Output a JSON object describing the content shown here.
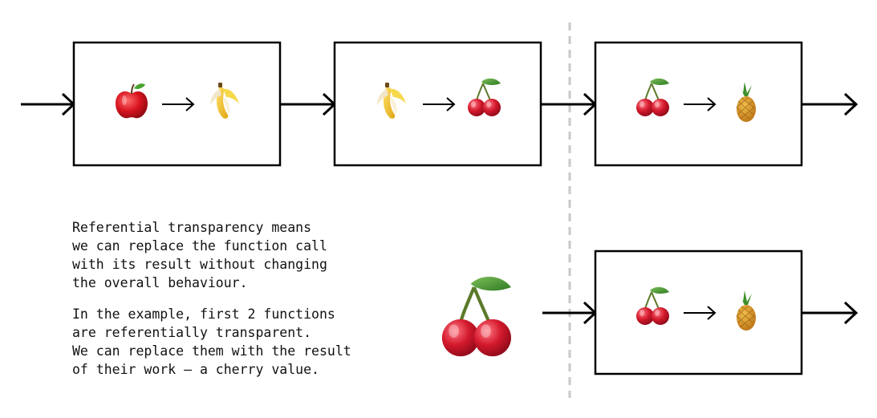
{
  "pipeline_top": {
    "boxes": [
      {
        "input": "apple",
        "output": "banana"
      },
      {
        "input": "banana",
        "output": "cherry"
      },
      {
        "input": "cherry",
        "output": "pineapple"
      }
    ]
  },
  "pipeline_bottom": {
    "value": "cherry",
    "boxes": [
      {
        "input": "cherry",
        "output": "pineapple"
      }
    ]
  },
  "caption": {
    "paragraph1": "Referential transparency means\nwe can replace the function call\nwith its result without changing\nthe overall behaviour.",
    "paragraph2": "In the example, first 2 functions\nare referentially transparent.\nWe can replace them with the result\nof their work – a cherry value."
  },
  "colors": {
    "stroke": "#000000",
    "divider": "#c8c8c8",
    "apple": "#d8141f",
    "banana": "#f3c623",
    "cherry": "#c8102e",
    "pineapple": "#d98c1e",
    "leaf": "#3e8a2a"
  }
}
